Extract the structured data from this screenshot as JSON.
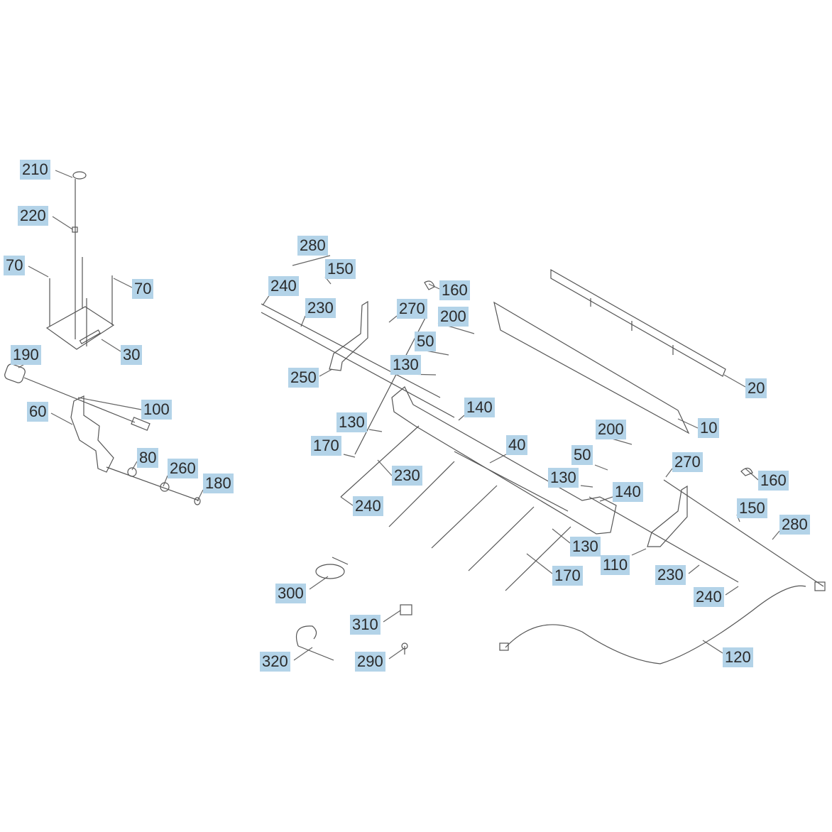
{
  "labels": [
    "210",
    "220",
    "70",
    "70",
    "30",
    "190",
    "100",
    "60",
    "80",
    "260",
    "180",
    "280",
    "150",
    "160",
    "240",
    "270",
    "230",
    "200",
    "50",
    "130",
    "250",
    "20",
    "140",
    "10",
    "130",
    "170",
    "40",
    "200",
    "50",
    "270",
    "130",
    "160",
    "230",
    "140",
    "240",
    "150",
    "280",
    "130",
    "110",
    "170",
    "230",
    "240",
    "300",
    "310",
    "120",
    "290",
    "320"
  ],
  "colors": {
    "label_bg": "#b3d3e8",
    "line": "#555555"
  }
}
